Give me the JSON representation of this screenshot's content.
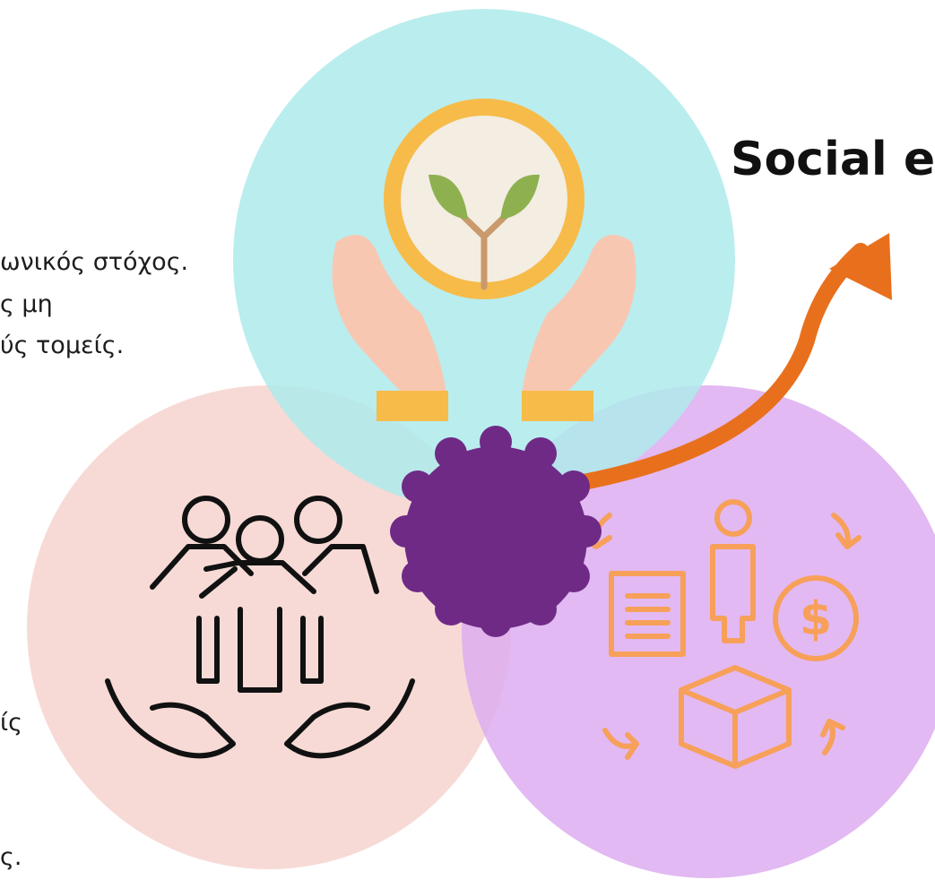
{
  "heading": "Social e",
  "top_text": {
    "line1": "ωνικός στόχος.",
    "line2": "ς μη",
    "line3": "ύς τομείς."
  },
  "bottom_text": {
    "line1": "ίς",
    "line2": "ς."
  },
  "colors": {
    "circle_top": "#aeeaeb",
    "circle_left": "#f7d8d4",
    "circle_right": "#ddadf0",
    "center_badge": "#6f2a86",
    "arrow": "#e8701d",
    "icon_orange": "#f7a05a",
    "icon_hands": "#f8c7b2",
    "icon_sun": "#f7bb4a"
  },
  "icons": {
    "top": "hands-holding-sprout-icon",
    "left": "people-in-hands-icon",
    "right": "business-exchange-icon",
    "center": "scalloped-badge-icon",
    "arrow": "curved-arrow-icon"
  }
}
